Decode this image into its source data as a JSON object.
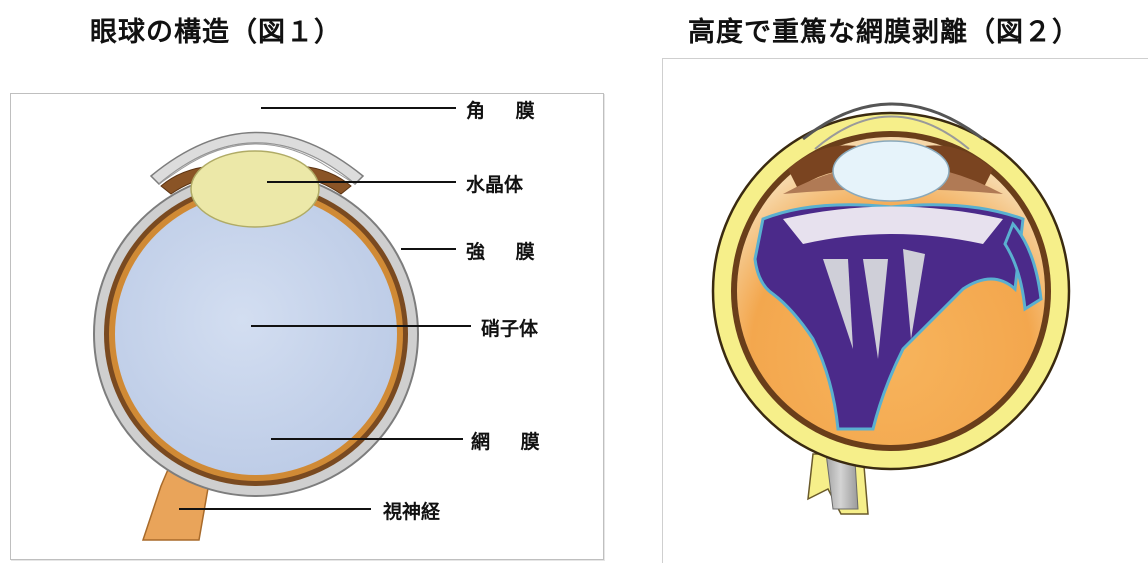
{
  "figure1": {
    "title": "眼球の構造（図１）",
    "labels": {
      "cornea": "角 膜",
      "lens": "水晶体",
      "sclera": "強 膜",
      "vitreous": "硝子体",
      "retina": "網 膜",
      "optic_nerve": "視神経"
    }
  },
  "figure2": {
    "title": "高度で重篤な網膜剥離（図２）"
  },
  "colors": {
    "vitreous": "#c9d6ec",
    "lens": "#ece8a8",
    "sclera_outer": "#8a8a8a",
    "retina_line": "#c9852e",
    "choroid": "#7a4a20",
    "optic_nerve": "#e9a45a",
    "fig2_inner": "#f2a752",
    "fig2_sclera": "#f6ef8a",
    "detached_retina": "#4b2a8a"
  }
}
